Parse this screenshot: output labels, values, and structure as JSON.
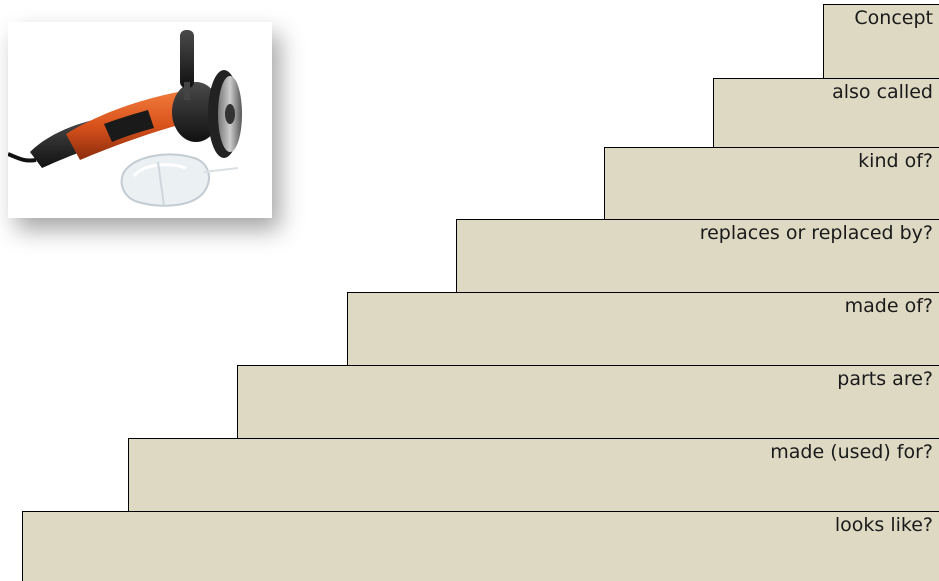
{
  "photo": {
    "icon": "angle-grinder-with-safety-goggles"
  },
  "steps": [
    {
      "label": "Concept"
    },
    {
      "label": "also called"
    },
    {
      "label": "kind of?"
    },
    {
      "label": "replaces or replaced by?"
    },
    {
      "label": "made of?"
    },
    {
      "label": "parts are?"
    },
    {
      "label": "made (used) for?"
    },
    {
      "label": "looks like?"
    }
  ],
  "colors": {
    "step_fill": "#ddd9c3",
    "step_border": "#000000"
  }
}
